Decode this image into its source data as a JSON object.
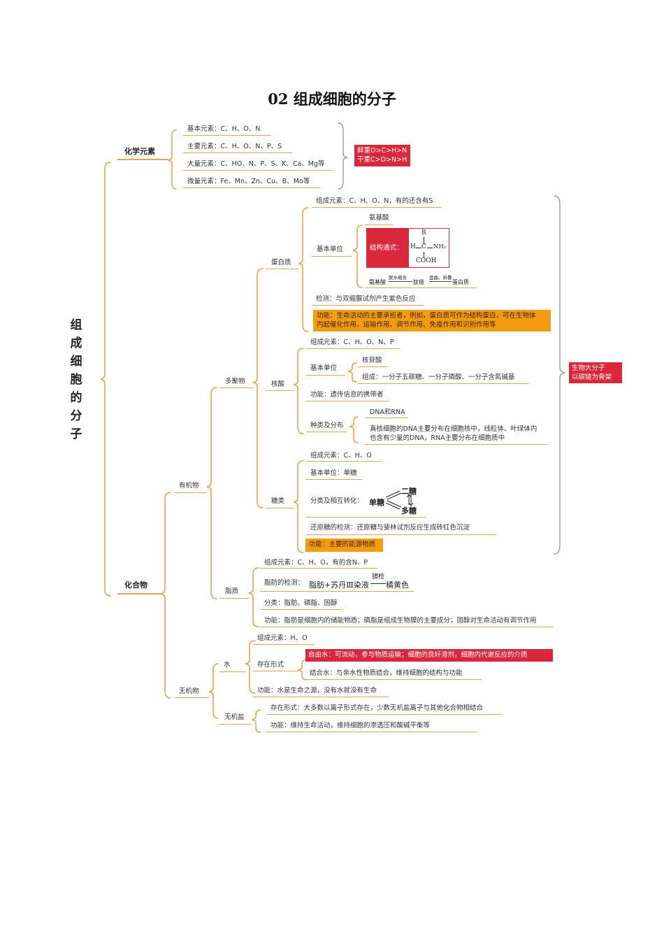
{
  "title": "02 组成细胞的分子",
  "root": "组成细胞的分子",
  "colors": {
    "line": "#f0a04a",
    "red": "#d9273c",
    "orange": "#f39c12",
    "bracket": "#9a9a9a"
  },
  "elements": {
    "label": "化学元素",
    "items": [
      "基本元素：C、H、O、N",
      "主要元素：C、H、O、N、P、S",
      "大量元素：C、HO、N、P、S、K、Ca、Mg等",
      "微量元素：Fe、Mn、Zn、Cu、B、Mo等"
    ],
    "note": [
      "鲜重O>C>H>N",
      "干重C>O>N>H"
    ]
  },
  "compound": {
    "label": "化合物",
    "organic": {
      "label": "有机物",
      "polymer": {
        "label": "多聚物",
        "note": [
          "生物大分子",
          "以碳链为骨架"
        ],
        "protein": {
          "label": "蛋白质",
          "elements": "组成元素：C、H、O、N，有的还含有S",
          "unit_label": "基本单位",
          "amino_acid": "氨基酸",
          "formula_label": "结构通式：",
          "formula": {
            "r": "R",
            "h": "H",
            "c": "C",
            "nh2": "NH₂",
            "cooh": "COOH"
          },
          "chain": {
            "a": "氨基酸",
            "s1": "脱水缩合",
            "b": "肽链",
            "s2": "盘曲、折叠",
            "c": "蛋白质"
          },
          "test": "检测：与双缩脲试剂产生紫色反应",
          "function": [
            "功能：生命活动的主要承担者，例如，蛋白质可作为结构蛋白，可在生物体",
            "内起催化作用、运输作用、调节作用、免疫作用和识别作用等"
          ]
        },
        "nucleic": {
          "label": "核酸",
          "elements": "组成元素：C、H、O、N、P",
          "unit_label": "基本单位",
          "nucleotide": "核苷酸",
          "composition": "组成：一分子五碳糖、一分子磷酸、一分子含氮碱基",
          "function": "功能：遗传信息的携带者",
          "type_label": "种类及分布",
          "types": "DNA和RNA",
          "distribution": [
            "真核细胞的DNA主要分布在细胞核中，线粒体、叶绿体内",
            "也含有少量的DNA，RNA主要分布在细胞质中"
          ]
        },
        "sugar": {
          "label": "糖类",
          "elements": "组成元素：C、H、O",
          "unit": "基本单位：单糖",
          "class_label": "分类及相互转化：",
          "mono": "单糖",
          "di": "二糖",
          "poly": "多糖",
          "test": "还原糖的检测：还原糖与斐林试剂反应生成砖红色沉淀",
          "function": "功能：主要的能源物质"
        }
      },
      "lipid": {
        "label": "脂质",
        "elements": "组成元素：C、H、O，有的含N、P",
        "test_label": "脂肪的检测：",
        "test": {
          "a": "脂肪+苏丹Ⅲ染液",
          "cond": "镜检",
          "b": "橘黄色"
        },
        "types": "分类：脂肪、磷脂、固醇",
        "function": "功能：脂肪是细胞内的储能物质；磷脂是组成生物膜的主要成分；固醇对生命活动有调节作用"
      }
    },
    "inorganic": {
      "label": "无机物",
      "water": {
        "label": "水",
        "elements": "组成元素：H、O",
        "form_label": "存在形式",
        "free": "自由水：可流动，参与物质运输；细胞的良好溶剂，细胞内代谢反应的介质",
        "bound": "结合水：与亲水性物质结合，维持细胞的结构与功能",
        "function": "功能：水是生命之源，没有水就没有生命"
      },
      "salt": {
        "label": "无机盐",
        "form": "存在形式：大多数以离子形式存在，少数无机盐离子与其他化合物相结合",
        "function": "功能：维持生命活动，维持细胞的渗透压和酸碱平衡等"
      }
    }
  }
}
